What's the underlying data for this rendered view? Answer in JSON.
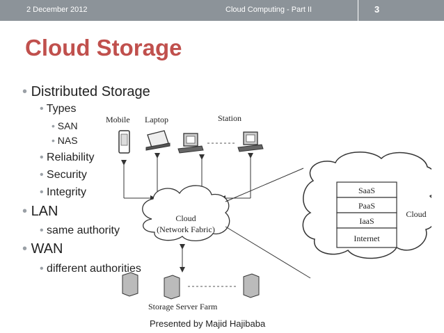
{
  "header": {
    "date": "2 December 2012",
    "course": "Cloud Computing - Part II",
    "page": "3"
  },
  "slide": {
    "title": "Cloud Storage",
    "bullets": {
      "b1": "Distributed Storage",
      "b1_1": "Types",
      "b1_1_1": "SAN",
      "b1_1_2": "NAS",
      "b1_2": "Reliability",
      "b1_3": "Security",
      "b1_4": "Integrity",
      "b2": "LAN",
      "b2_1": "same authority",
      "b3": "WAN",
      "b3_1": "different authorities"
    }
  },
  "diagram": {
    "mobile": "Mobile",
    "laptop": "Laptop",
    "station": "Station",
    "cloud_line1": "Cloud",
    "cloud_line2": "(Network Fabric)",
    "storage_farm": "Storage Server Farm",
    "stack": [
      "SaaS",
      "PaaS",
      "IaaS",
      "Internet"
    ],
    "big_cloud": "Cloud"
  },
  "footer": {
    "presented_by": "Presented by Majid Hajibaba"
  }
}
